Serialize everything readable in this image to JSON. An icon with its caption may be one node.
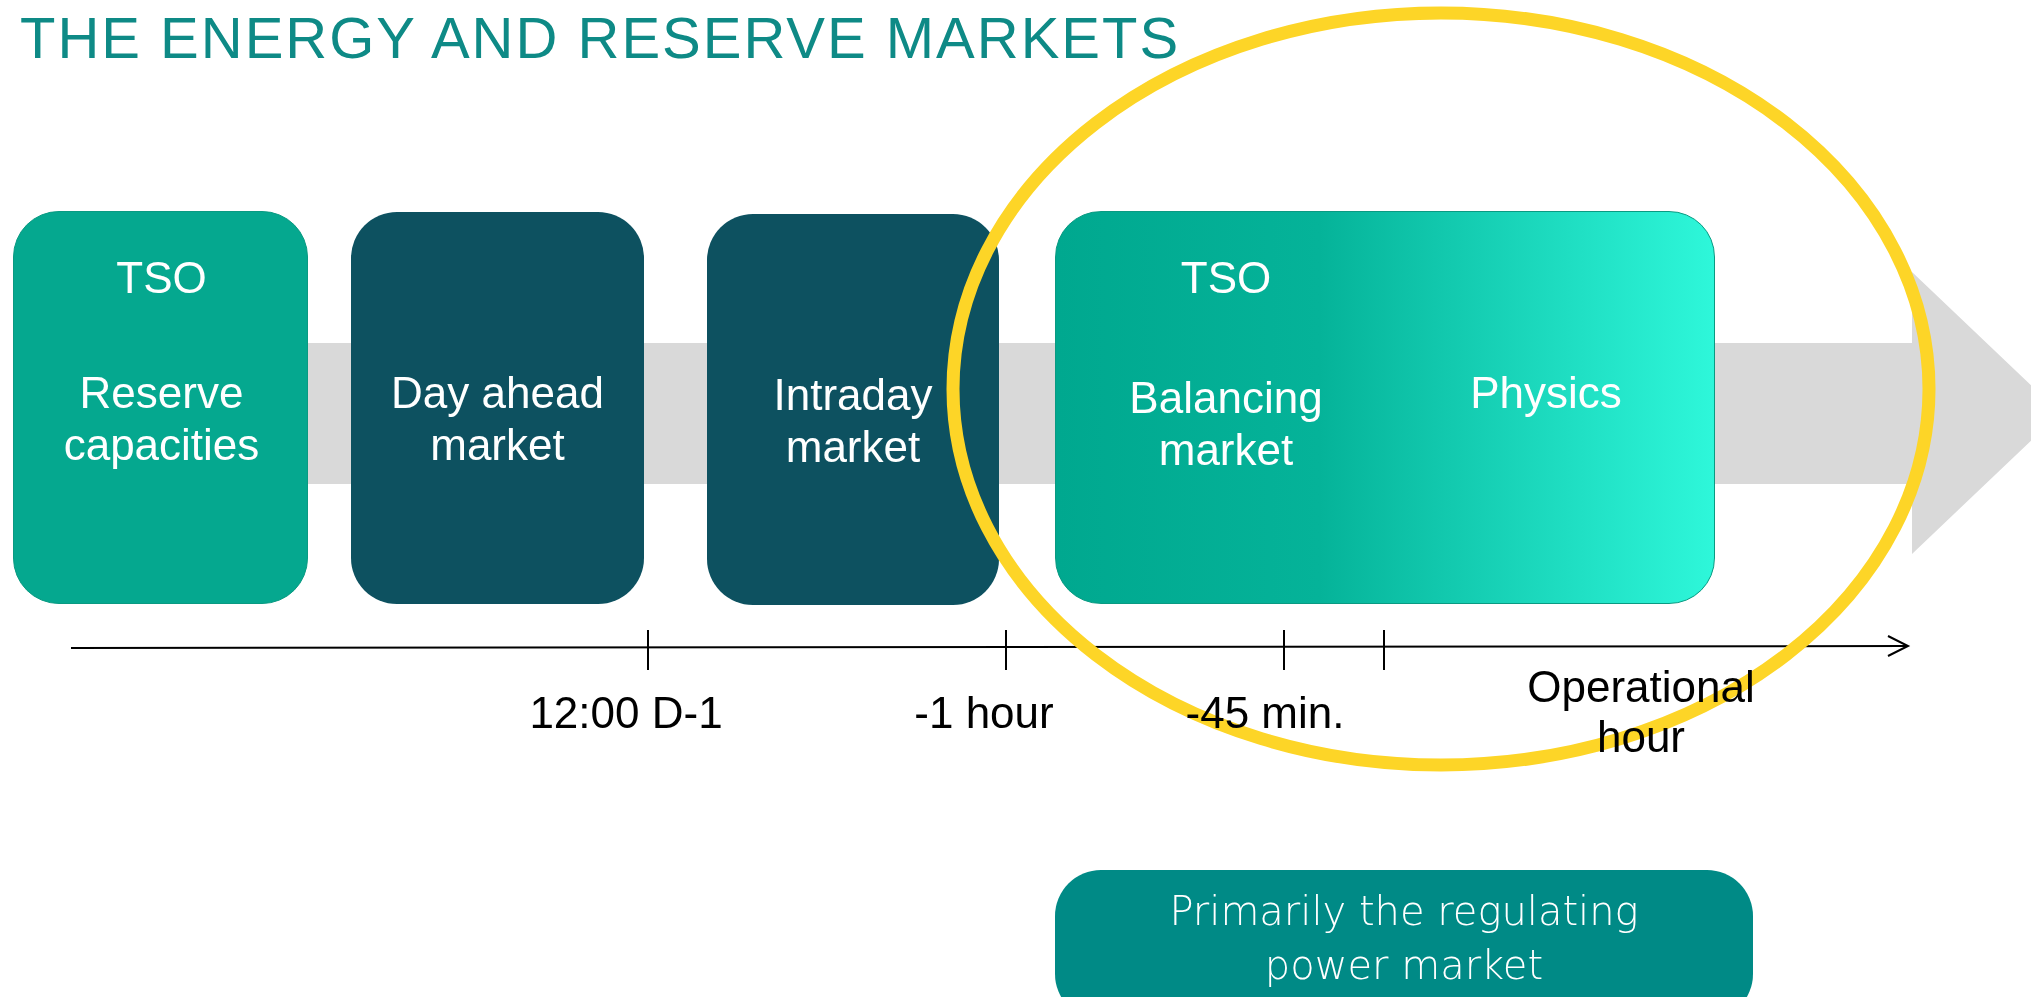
{
  "diagram": {
    "title": "THE ENERGY AND RESERVE MARKETS",
    "nodes": [
      {
        "text": [
          "TSO",
          "Reserve capacities"
        ]
      },
      {
        "text": [
          "Day ahead market"
        ]
      },
      {
        "text": [
          "Intraday market"
        ]
      },
      {
        "text": [
          "TSO",
          "Balancing market",
          "Physics"
        ]
      },
      {
        "text": [
          "Primarily the regulating power market"
        ]
      }
    ],
    "edges": [],
    "labels": [
      "12:00 D-1",
      "-1 hour",
      "-45 min.",
      "Operational hour"
    ]
  }
}
